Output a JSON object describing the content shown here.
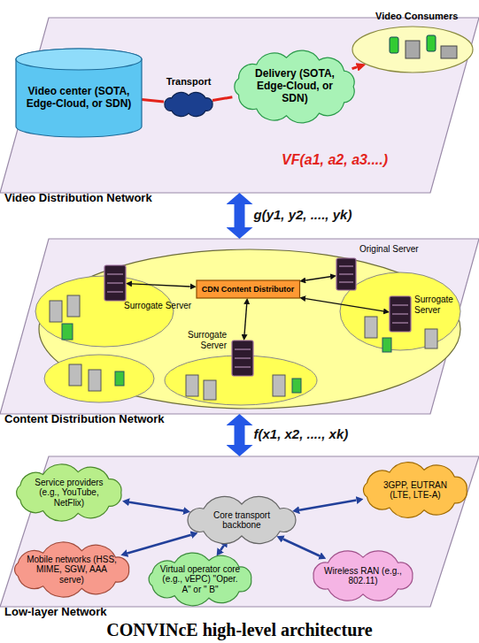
{
  "diagram": {
    "caption": "CONVINcE high-level architecture",
    "nodes": [
      {
        "text": [
          "Video Distribution Network"
        ]
      },
      {
        "text": [
          "Video center (SOTA, Edge-Cloud, or SDN)"
        ],
        "in": 0
      },
      {
        "text": [
          "Transport"
        ],
        "in": 0
      },
      {
        "text": [
          "Delivery (SOTA, Edge-Cloud, or SDN)"
        ],
        "in": 0
      },
      {
        "text": [
          "Video Consumers"
        ],
        "in": 0
      },
      {
        "text": [
          "Content Distribution Network"
        ]
      },
      {
        "text": [
          "CDN Content Distributor"
        ],
        "in": 5
      },
      {
        "text": [
          "Original Server"
        ],
        "in": 5
      },
      {
        "text": [
          "Surrogate Server"
        ],
        "in": 5
      },
      {
        "text": [
          "Surrogate Server"
        ],
        "in": 5
      },
      {
        "text": [
          "Surrogate Server"
        ],
        "in": 5
      },
      {
        "text": [
          "Low-layer Network"
        ]
      },
      {
        "text": [
          "Core transport backbone"
        ],
        "in": 11
      },
      {
        "text": [
          "Service providers (e.g., YouTube, NetFlix)"
        ],
        "in": 11
      },
      {
        "text": [
          "3GPP, EUTRAN (LTE, LTE-A)"
        ],
        "in": 11
      },
      {
        "text": [
          "Mobile networks (HSS, MIME, SGW, AAA serve)"
        ],
        "in": 11
      },
      {
        "text": [
          "Virtual operator core (e.g., vEPC) \"Oper. A\" or \" B\""
        ],
        "in": 11
      },
      {
        "text": [
          "Wireless RAN (e.g., 802.11)"
        ],
        "in": 11
      }
    ],
    "edges": [
      {
        "from": 1,
        "to": 2,
        "arrow": "none"
      },
      {
        "from": 2,
        "to": 3,
        "arrow": "none"
      },
      {
        "from": 3,
        "to": 4,
        "arrow": "to"
      },
      {
        "from": 0,
        "to": 5,
        "arrow": "both",
        "label": "g(y1, y2, ...., yk)"
      },
      {
        "from": 5,
        "to": 11,
        "arrow": "both",
        "label": "f(x1, x2, ...., xk)"
      },
      {
        "from": 6,
        "to": 7,
        "arrow": "both"
      },
      {
        "from": 6,
        "to": 8,
        "arrow": "both"
      },
      {
        "from": 6,
        "to": 9,
        "arrow": "both"
      },
      {
        "from": 6,
        "to": 10,
        "arrow": "both"
      },
      {
        "from": 12,
        "to": 13,
        "arrow": "both"
      },
      {
        "from": 12,
        "to": 14,
        "arrow": "both"
      },
      {
        "from": 12,
        "to": 15,
        "arrow": "both"
      },
      {
        "from": 12,
        "to": 16,
        "arrow": "both"
      },
      {
        "from": 12,
        "to": 17,
        "arrow": "both"
      }
    ],
    "labels": [
      "VF(a1, a2, a3....)"
    ]
  }
}
